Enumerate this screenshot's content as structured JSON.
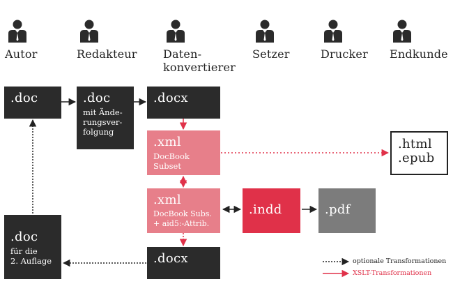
{
  "roles": [
    {
      "label": "Autor"
    },
    {
      "label": "Redakteur"
    },
    {
      "label": "Daten-\nkonvertierer"
    },
    {
      "label": "Setzer"
    },
    {
      "label": "Drucker"
    },
    {
      "label": "Endkunde"
    }
  ],
  "boxes": {
    "doc_autor": {
      "title": ".doc"
    },
    "doc_redakteur": {
      "title": ".doc",
      "subtitle": "mit Ände-\nrungsver-\nfolgung"
    },
    "docx_top": {
      "title": ".docx"
    },
    "xml_docbook": {
      "title": ".xml",
      "subtitle": "DocBook\nSubset"
    },
    "html_epub": {
      "title": ".html\n.epub"
    },
    "xml_aid": {
      "title": ".xml",
      "subtitle": "DocBook Subs.\n+ aid5:-Attrib."
    },
    "indd": {
      "title": ".indd"
    },
    "pdf": {
      "title": ".pdf"
    },
    "doc_second": {
      "title": ".doc",
      "subtitle": "für die\n2. Auflage"
    },
    "docx_bottom": {
      "title": ".docx"
    }
  },
  "legend": {
    "optional": "optionale Transformationen",
    "xslt": "XSLT-Transformationen"
  },
  "colors": {
    "dark": "#2b2b2b",
    "pink": "#e77f8a",
    "red": "#e03149",
    "grey": "#7c7c7c",
    "arrow_dark": "#222222",
    "arrow_red": "#e03149"
  }
}
